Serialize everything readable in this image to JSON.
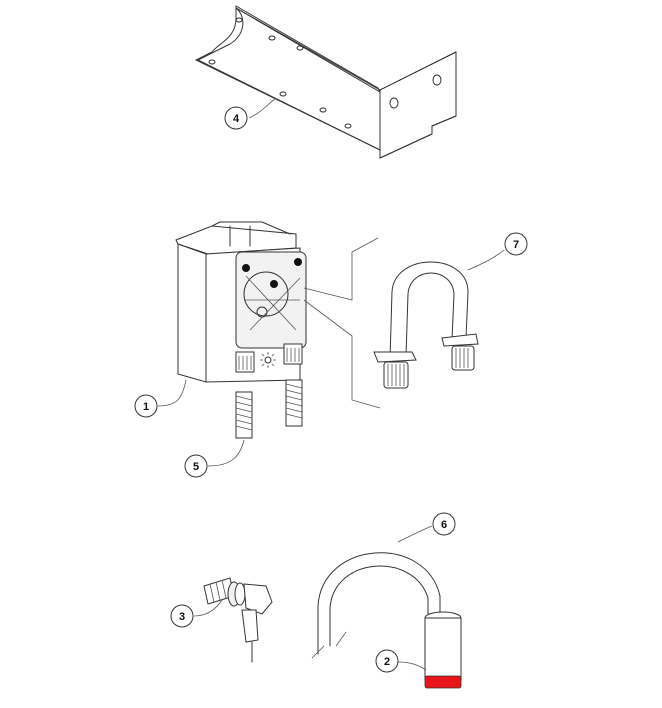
{
  "colors": {
    "line": "#333333",
    "background": "#ffffff",
    "accent_red": "#e8151a"
  },
  "callouts": [
    {
      "id": "c1",
      "label": "1"
    },
    {
      "id": "c2",
      "label": "2"
    },
    {
      "id": "c3",
      "label": "3"
    },
    {
      "id": "c4",
      "label": "4"
    },
    {
      "id": "c5",
      "label": "5"
    },
    {
      "id": "c6",
      "label": "6"
    },
    {
      "id": "c7",
      "label": "7"
    }
  ]
}
